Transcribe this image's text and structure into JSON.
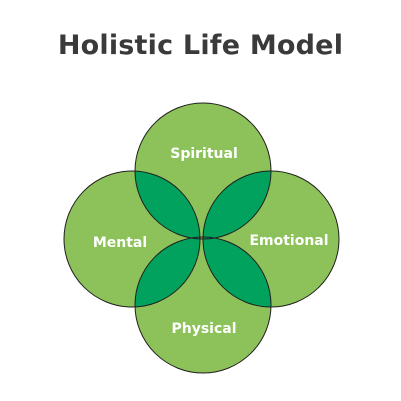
{
  "title": "Holistic Life Model",
  "colors": {
    "circle_fill": "#8DC25A",
    "overlap_fill": "#00A25E",
    "stroke": "#1f1f1f",
    "label": "#ffffff",
    "title": "#3a3a3a"
  },
  "circles": {
    "top": {
      "label": "Spiritual"
    },
    "left": {
      "label": "Mental"
    },
    "right": {
      "label": "Emotional"
    },
    "bottom": {
      "label": "Physical"
    }
  }
}
